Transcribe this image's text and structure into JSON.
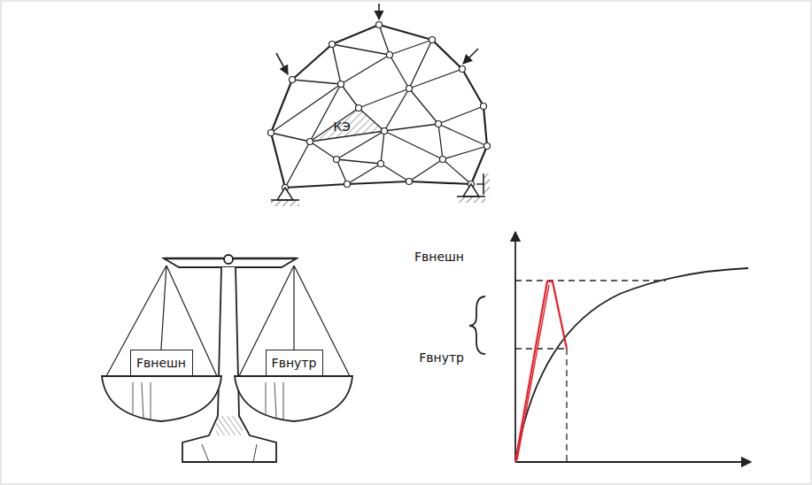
{
  "diagram": {
    "nodes": [
      {
        "text": [
          "Fвнешн"
        ]
      },
      {
        "text": [
          "Fвнутр"
        ]
      }
    ],
    "labels": [
      "КЭ",
      "Fвнешн",
      "Fвнутр"
    ]
  }
}
